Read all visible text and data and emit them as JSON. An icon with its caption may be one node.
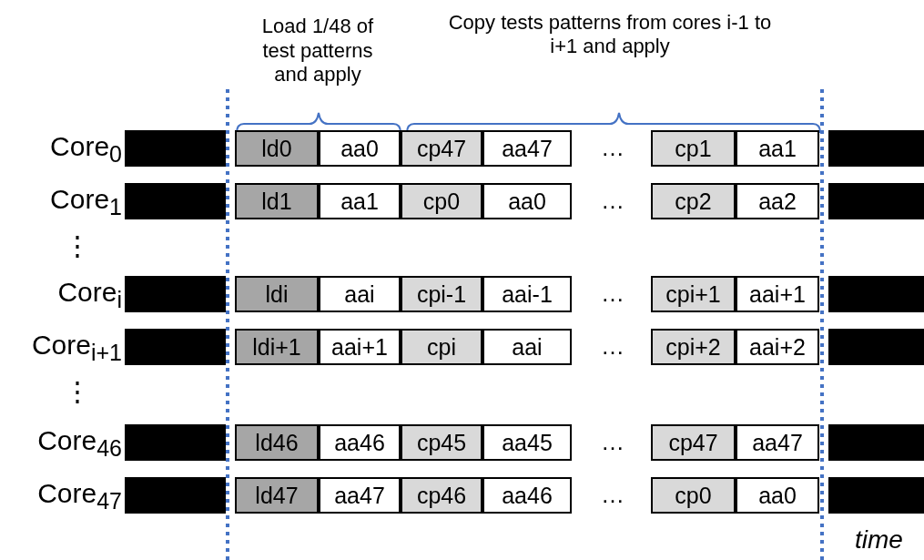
{
  "diagram": {
    "nodes": [
      {
        "text": [],
        "shape": "bar"
      },
      {
        "text": [
          "ld0"
        ]
      },
      {
        "text": [
          "aa0"
        ]
      },
      {
        "text": [
          "cp47"
        ]
      },
      {
        "text": [
          "aa47"
        ]
      },
      {
        "text": [
          "cp1"
        ]
      },
      {
        "text": [
          "aa1"
        ]
      },
      {
        "text": [],
        "shape": "bar"
      },
      {
        "text": [],
        "shape": "bar"
      },
      {
        "text": [
          "ld1"
        ]
      },
      {
        "text": [
          "aa1"
        ]
      },
      {
        "text": [
          "cp0"
        ]
      },
      {
        "text": [
          "aa0"
        ]
      },
      {
        "text": [
          "cp2"
        ]
      },
      {
        "text": [
          "aa2"
        ]
      },
      {
        "text": [],
        "shape": "bar"
      },
      {
        "text": [],
        "shape": "bar"
      },
      {
        "text": [
          "ldi"
        ]
      },
      {
        "text": [
          "aai"
        ]
      },
      {
        "text": [
          "cpi-1"
        ]
      },
      {
        "text": [
          "aai-1"
        ]
      },
      {
        "text": [
          "cpi+1"
        ]
      },
      {
        "text": [
          "aai+1"
        ]
      },
      {
        "text": [],
        "shape": "bar"
      },
      {
        "text": [],
        "shape": "bar"
      },
      {
        "text": [
          "ldi+1"
        ]
      },
      {
        "text": [
          "aai+1"
        ]
      },
      {
        "text": [
          "cpi"
        ]
      },
      {
        "text": [
          "aai"
        ]
      },
      {
        "text": [
          "cpi+2"
        ]
      },
      {
        "text": [
          "aai+2"
        ]
      },
      {
        "text": [],
        "shape": "bar"
      },
      {
        "text": [],
        "shape": "bar"
      },
      {
        "text": [
          "ld46"
        ]
      },
      {
        "text": [
          "aa46"
        ]
      },
      {
        "text": [
          "cp45"
        ]
      },
      {
        "text": [
          "aa45"
        ]
      },
      {
        "text": [
          "cp47"
        ]
      },
      {
        "text": [
          "aa47"
        ]
      },
      {
        "text": [],
        "shape": "bar"
      },
      {
        "text": [],
        "shape": "bar"
      },
      {
        "text": [
          "ld47"
        ]
      },
      {
        "text": [
          "aa47"
        ]
      },
      {
        "text": [
          "cp46"
        ]
      },
      {
        "text": [
          "aa46"
        ]
      },
      {
        "text": [
          "cp0"
        ]
      },
      {
        "text": [
          "aa0"
        ]
      },
      {
        "text": [],
        "shape": "bar"
      }
    ],
    "labels": [
      "Load 1/48 of test patterns and apply",
      "Copy tests patterns from cores i-1 to i+1 and apply",
      "Core$_{0}$",
      "…",
      "Core$_{1}$",
      "…",
      "⋮",
      "Core$_{i}$",
      "…",
      "Core$_{i+1}$",
      "…",
      "⋮",
      "Core$_{46}$",
      "…",
      "Core$_{47}$",
      "…",
      "time"
    ]
  }
}
